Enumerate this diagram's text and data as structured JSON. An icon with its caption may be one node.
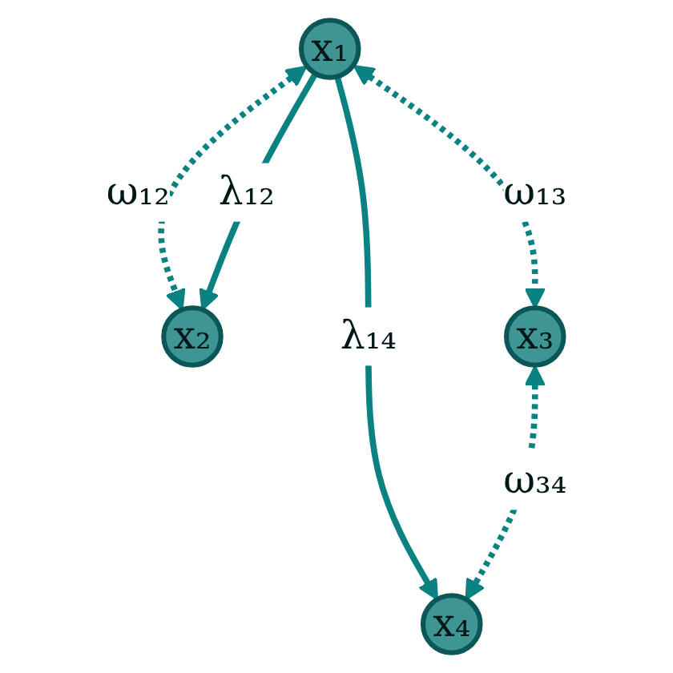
{
  "diagram": {
    "nodes": [
      {
        "text": [
          "x₁"
        ]
      },
      {
        "text": [
          "x₂"
        ]
      },
      {
        "text": [
          "x₃"
        ]
      },
      {
        "text": [
          "x₄"
        ]
      }
    ],
    "edges": [
      {
        "from": 0,
        "to": 1,
        "arrow": "both",
        "label": "ω₁₂",
        "style": "dashed"
      },
      {
        "from": 0,
        "to": 1,
        "arrow": "to",
        "label": "λ₁₂"
      },
      {
        "from": 0,
        "to": 3,
        "arrow": "to",
        "label": "λ₁₄"
      },
      {
        "from": 0,
        "to": 2,
        "arrow": "both",
        "label": "ω₁₃",
        "style": "dashed"
      },
      {
        "from": 2,
        "to": 3,
        "arrow": "both",
        "label": "ω₃₄",
        "style": "dashed"
      }
    ]
  }
}
